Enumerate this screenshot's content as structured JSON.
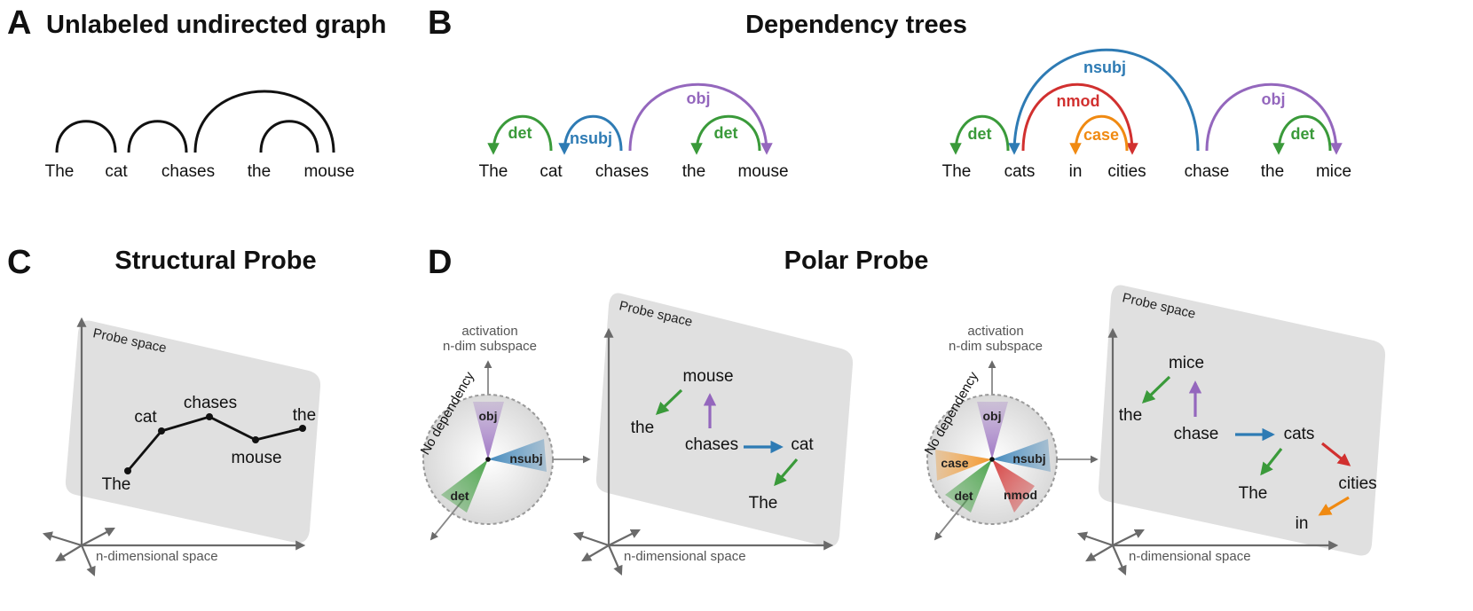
{
  "panels": {
    "A": {
      "letter": "A",
      "title": "Unlabeled undirected graph",
      "words": [
        "The",
        "cat",
        "chases",
        "the",
        "mouse"
      ]
    },
    "B": {
      "letter": "B",
      "title": "Dependency trees",
      "tree1": {
        "words": [
          "The",
          "cat",
          "chases",
          "the",
          "mouse"
        ],
        "labels": {
          "det1": "det",
          "nsubj": "nsubj",
          "obj": "obj",
          "det2": "det"
        }
      },
      "tree2": {
        "words": [
          "The",
          "cats",
          "in",
          "cities",
          "chase",
          "the",
          "mice"
        ],
        "labels": {
          "det1": "det",
          "nsubj": "nsubj",
          "nmod": "nmod",
          "case": "case",
          "obj": "obj",
          "det2": "det"
        }
      }
    },
    "C": {
      "letter": "C",
      "title": "Structural Probe",
      "probe_space": "Probe space",
      "space": "n-dimensional space",
      "words": [
        "The",
        "cat",
        "chases",
        "mouse",
        "the"
      ]
    },
    "D": {
      "letter": "D",
      "title": "Polar Probe",
      "left": {
        "activation_line1": "activation",
        "activation_line2": "n-dim subspace",
        "no_dependency": "No dependency",
        "sectors": [
          "obj",
          "nsubj",
          "det"
        ],
        "probe_space": "Probe space",
        "space": "n-dimensional space",
        "words": {
          "mouse": "mouse",
          "the": "the",
          "chases": "chases",
          "cat": "cat",
          "The": "The"
        }
      },
      "right": {
        "activation_line1": "activation",
        "activation_line2": "n-dim subspace",
        "no_dependency": "No dependency",
        "sectors": [
          "obj",
          "nsubj",
          "case",
          "nmod",
          "det"
        ],
        "probe_space": "Probe space",
        "space": "n-dimensional space",
        "words": {
          "mice": "mice",
          "the": "the",
          "chase": "chase",
          "cats": "cats",
          "The": "The",
          "cities": "cities",
          "in": "in"
        }
      }
    }
  },
  "colors": {
    "det": "#3a9a3a",
    "nsubj": "#2e7bb4",
    "obj": "#9467bd",
    "nmod": "#d1302f",
    "case": "#f08a12",
    "plane": "#e0e0e0",
    "axis": "#6a6a6a"
  }
}
